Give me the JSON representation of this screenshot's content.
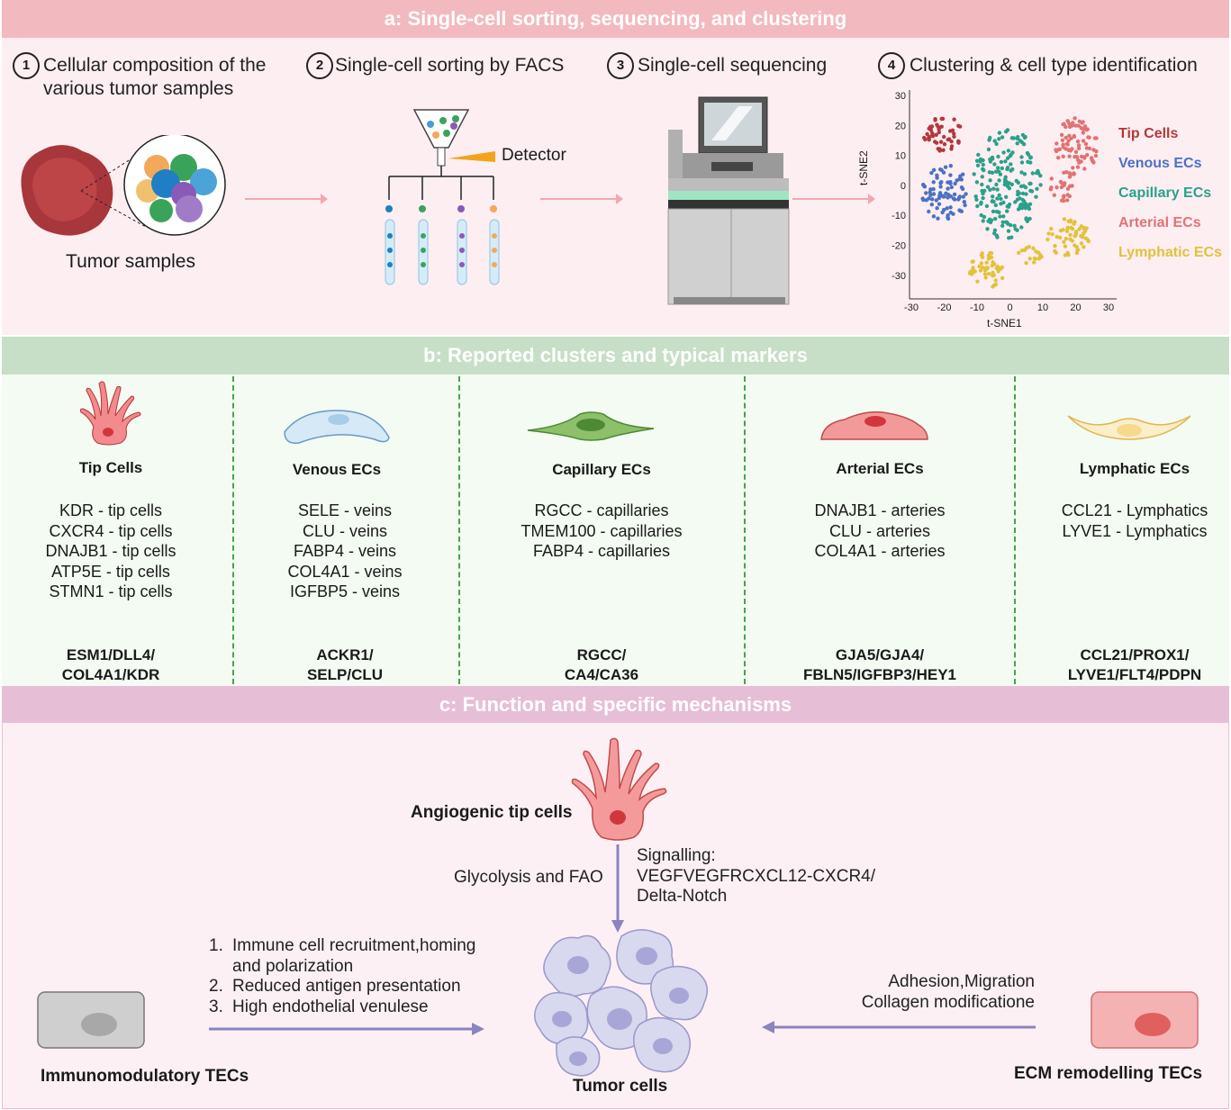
{
  "panel_a": {
    "title": "a: Single-cell sorting, sequencing, and clustering",
    "steps": [
      {
        "num": "1",
        "text_line1": "Cellular composition of the",
        "text_line2": "various tumor samples"
      },
      {
        "num": "2",
        "text_line1": "Single-cell sorting by FACS"
      },
      {
        "num": "3",
        "text_line1": "Single-cell sequencing"
      },
      {
        "num": "4",
        "text_line1": "Clustering & cell type identification"
      }
    ],
    "tumor_label": "Tumor samples",
    "detector_label": "Detector",
    "tsne": {
      "xlabel": "t-SNE1",
      "ylabel": "t-SNE2",
      "x_ticks": [
        "-30",
        "-20",
        "-10",
        "0",
        "10",
        "20",
        "30"
      ],
      "y_ticks": [
        "30",
        "20",
        "10",
        "0",
        "-10",
        "-20",
        "-30"
      ],
      "legend": [
        {
          "name": "Tip Cells",
          "color": "#b5373a"
        },
        {
          "name": "Venous ECs",
          "color": "#4a72c4"
        },
        {
          "name": "Capillary ECs",
          "color": "#2aa18a"
        },
        {
          "name": "Arterial ECs",
          "color": "#e07373"
        },
        {
          "name": "Lymphatic ECs",
          "color": "#e2c23a"
        }
      ]
    }
  },
  "panel_b": {
    "title": "b: Reported clusters and typical markers",
    "columns": [
      {
        "title": "Tip Cells",
        "markers": [
          "KDR - tip cells",
          "CXCR4 - tip cells",
          "DNAJB1 - tip cells",
          "ATP5E - tip cells",
          "STMN1 - tip cells"
        ],
        "typical_line1": "ESM1/DLL4/",
        "typical_line2": "COL4A1/KDR"
      },
      {
        "title": "Venous ECs",
        "markers": [
          "SELE - veins",
          "CLU - veins",
          "FABP4 - veins",
          "COL4A1 - veins",
          "IGFBP5 - veins"
        ],
        "typical_line1": "ACKR1/",
        "typical_line2": "SELP/CLU"
      },
      {
        "title": "Capillary ECs",
        "markers": [
          "RGCC - capillaries",
          "TMEM100 - capillaries",
          "FABP4 - capillaries"
        ],
        "typical_line1": "RGCC/",
        "typical_line2": "CA4/CA36"
      },
      {
        "title": "Arterial ECs",
        "markers": [
          "DNAJB1 - arteries",
          "CLU - arteries",
          "COL4A1 - arteries"
        ],
        "typical_line1": "GJA5/GJA4/",
        "typical_line2": "FBLN5/IGFBP3/HEY1"
      },
      {
        "title": "Lymphatic ECs",
        "markers": [
          "CCL21 - Lymphatics",
          "LYVE1 - Lymphatics"
        ],
        "typical_line1": "CCL21/PROX1/",
        "typical_line2": "LYVE1/FLT4/PDPN"
      }
    ]
  },
  "panel_c": {
    "title": "c:  Function and specific mechanisms",
    "tip_label": "Angiogenic tip cells",
    "metabolism_label": "Glycolysis and FAO",
    "signalling": [
      "Signalling:",
      "VEGFVEGFRCXCL12-CXCR4/",
      "Delta-Notch"
    ],
    "immune_list": [
      "Immune cell recruitment,homing",
      "and polarization",
      "Reduced antigen presentation",
      "High endothelial venulese"
    ],
    "immune_nums": [
      "1.",
      "2.",
      "3."
    ],
    "ecm_list": [
      "Adhesion,Migration",
      "Collagen modificatione"
    ],
    "tumor_label": "Tumor cells",
    "immuno_label": "Immunomodulatory TECs",
    "ecm_label": "ECM remodelling TECs"
  }
}
